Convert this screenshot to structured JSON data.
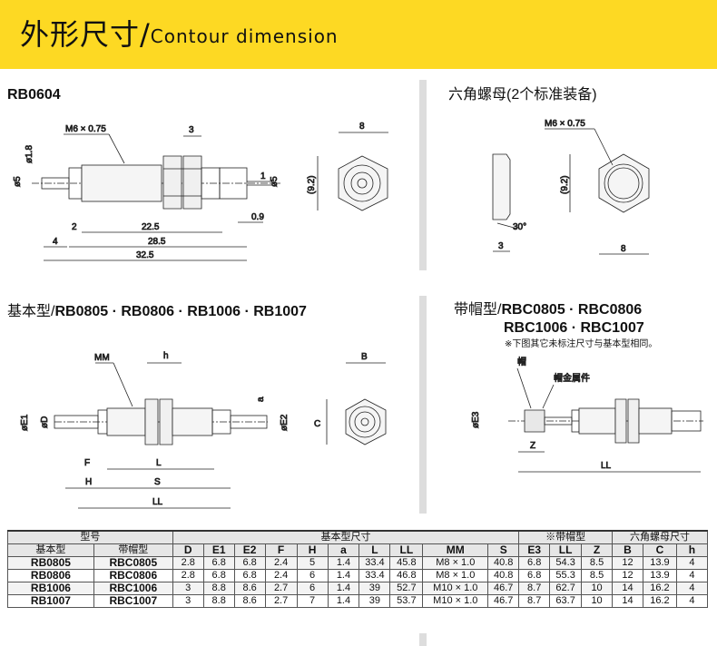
{
  "header": {
    "title_cn": "外形尺寸",
    "separator": "/",
    "title_en": "Contour dimension"
  },
  "rb0604": {
    "title": "RB0604",
    "thread": "M6 × 0.75",
    "dim_3": "3",
    "dim_d18": "ø1.8",
    "dim_d5_left": "ø5",
    "dim_d5_right": "ø5",
    "dim_1": "1",
    "dim_2": "2",
    "dim_225": "22.5",
    "dim_09": "0.9",
    "dim_4": "4",
    "dim_285": "28.5",
    "dim_325": "32.5",
    "end_8": "8",
    "end_92": "(9.2)"
  },
  "nut": {
    "title": "六角螺母(2个标准装备)",
    "thread": "M6 × 0.75",
    "dim_92": "(9.2)",
    "dim_3": "3",
    "dim_8": "8",
    "angle": "30°"
  },
  "basic": {
    "title_cn": "基本型/",
    "title_models": "RB0805 · RB0806 · RB1006 · RB1007",
    "MM": "MM",
    "h": "h",
    "E1": "øE1",
    "D": "øD",
    "a": "a",
    "E2": "øE2",
    "F": "F",
    "L": "L",
    "H": "H",
    "S": "S",
    "LL": "LL",
    "B": "B",
    "C": "C"
  },
  "cap": {
    "title_cn": "带帽型/",
    "title_line1": "RBC0805 · RBC0806",
    "title_line2": "RBC1006 · RBC1007",
    "note": "※下图其它未标注尺寸与基本型相同。",
    "cap_label": "帽",
    "fitting_label": "帽金属件",
    "E3": "øE3",
    "Z": "Z",
    "LL": "LL"
  },
  "table": {
    "group_headers": [
      "型号",
      "基本型尺寸",
      "※带帽型",
      "六角螺母尺寸"
    ],
    "columns": [
      "基本型",
      "带帽型",
      "D",
      "E1",
      "E2",
      "F",
      "H",
      "a",
      "L",
      "LL",
      "MM",
      "S",
      "E3",
      "LL",
      "Z",
      "B",
      "C",
      "h"
    ],
    "rows": [
      [
        "RB0805",
        "RBC0805",
        "2.8",
        "6.8",
        "6.8",
        "2.4",
        "5",
        "1.4",
        "33.4",
        "45.8",
        "M8 × 1.0",
        "40.8",
        "6.8",
        "54.3",
        "8.5",
        "12",
        "13.9",
        "4"
      ],
      [
        "RB0806",
        "RBC0806",
        "2.8",
        "6.8",
        "6.8",
        "2.4",
        "6",
        "1.4",
        "33.4",
        "46.8",
        "M8 × 1.0",
        "40.8",
        "6.8",
        "55.3",
        "8.5",
        "12",
        "13.9",
        "4"
      ],
      [
        "RB1006",
        "RBC1006",
        "3",
        "8.8",
        "8.6",
        "2.7",
        "6",
        "1.4",
        "39",
        "52.7",
        "M10 × 1.0",
        "46.7",
        "8.7",
        "62.7",
        "10",
        "14",
        "16.2",
        "4"
      ],
      [
        "RB1007",
        "RBC1007",
        "3",
        "8.8",
        "8.6",
        "2.7",
        "7",
        "1.4",
        "39",
        "53.7",
        "M10 × 1.0",
        "46.7",
        "8.7",
        "63.7",
        "10",
        "14",
        "16.2",
        "4"
      ]
    ]
  }
}
